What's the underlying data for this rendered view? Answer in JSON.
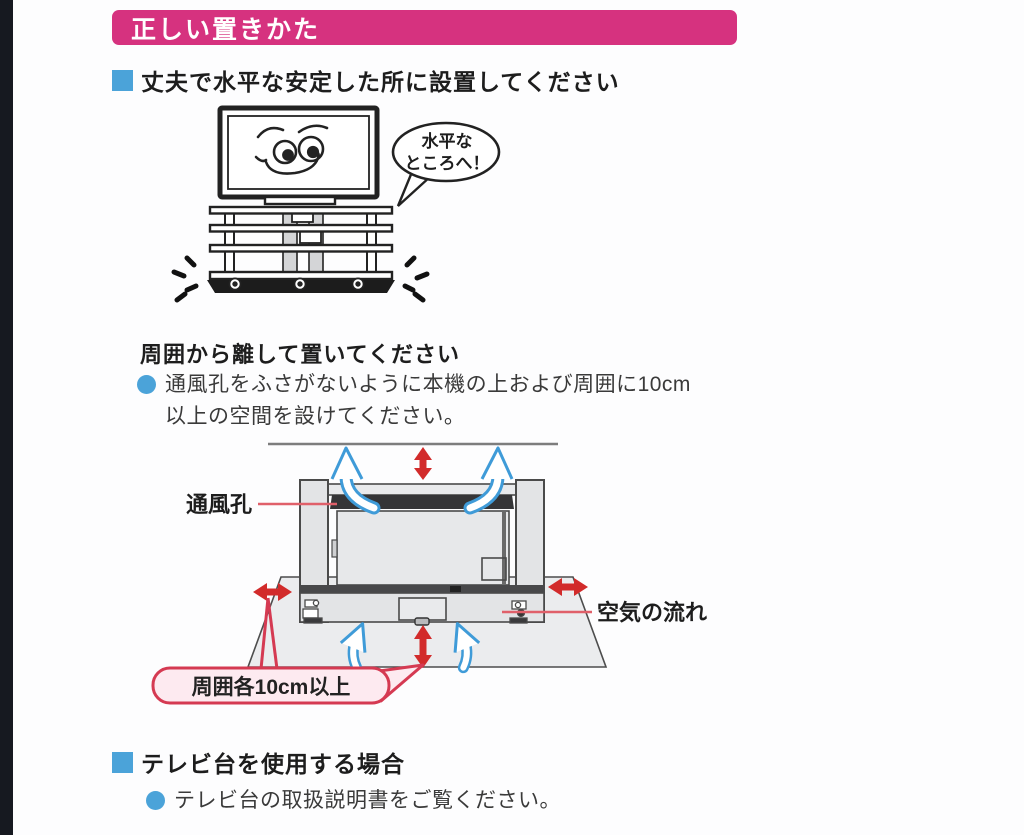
{
  "header": {
    "title": "正しい置きかた"
  },
  "section_stable": {
    "heading": "丈夫で水平な安定した所に設置してください"
  },
  "tv_illustration": {
    "speech_line1": "水平な",
    "speech_line2": "ところへ！"
  },
  "section_clearance": {
    "heading": "周囲から離して置いてください",
    "bullet_line1": "通風孔をふさがないように本機の上および周囲に10cm",
    "bullet_line2": "以上の空間を設けてください。"
  },
  "diagram": {
    "vent_label": "通風孔",
    "airflow_label": "空気の流れ",
    "clearance_callout": "周囲各10cm以上"
  },
  "section_tv_stand": {
    "heading": "テレビ台を使用する場合",
    "bullet": "テレビ台の取扱説明書をご覧ください。"
  },
  "colors": {
    "header_bg": "#d6327f",
    "bullet_blue": "#4ba3d9",
    "arrow_red": "#d22b2b",
    "airflow_blue": "#3f9bd8",
    "leader_red": "#e0606a",
    "callout_border": "#d53a52",
    "callout_fill": "#fdeaf0"
  }
}
